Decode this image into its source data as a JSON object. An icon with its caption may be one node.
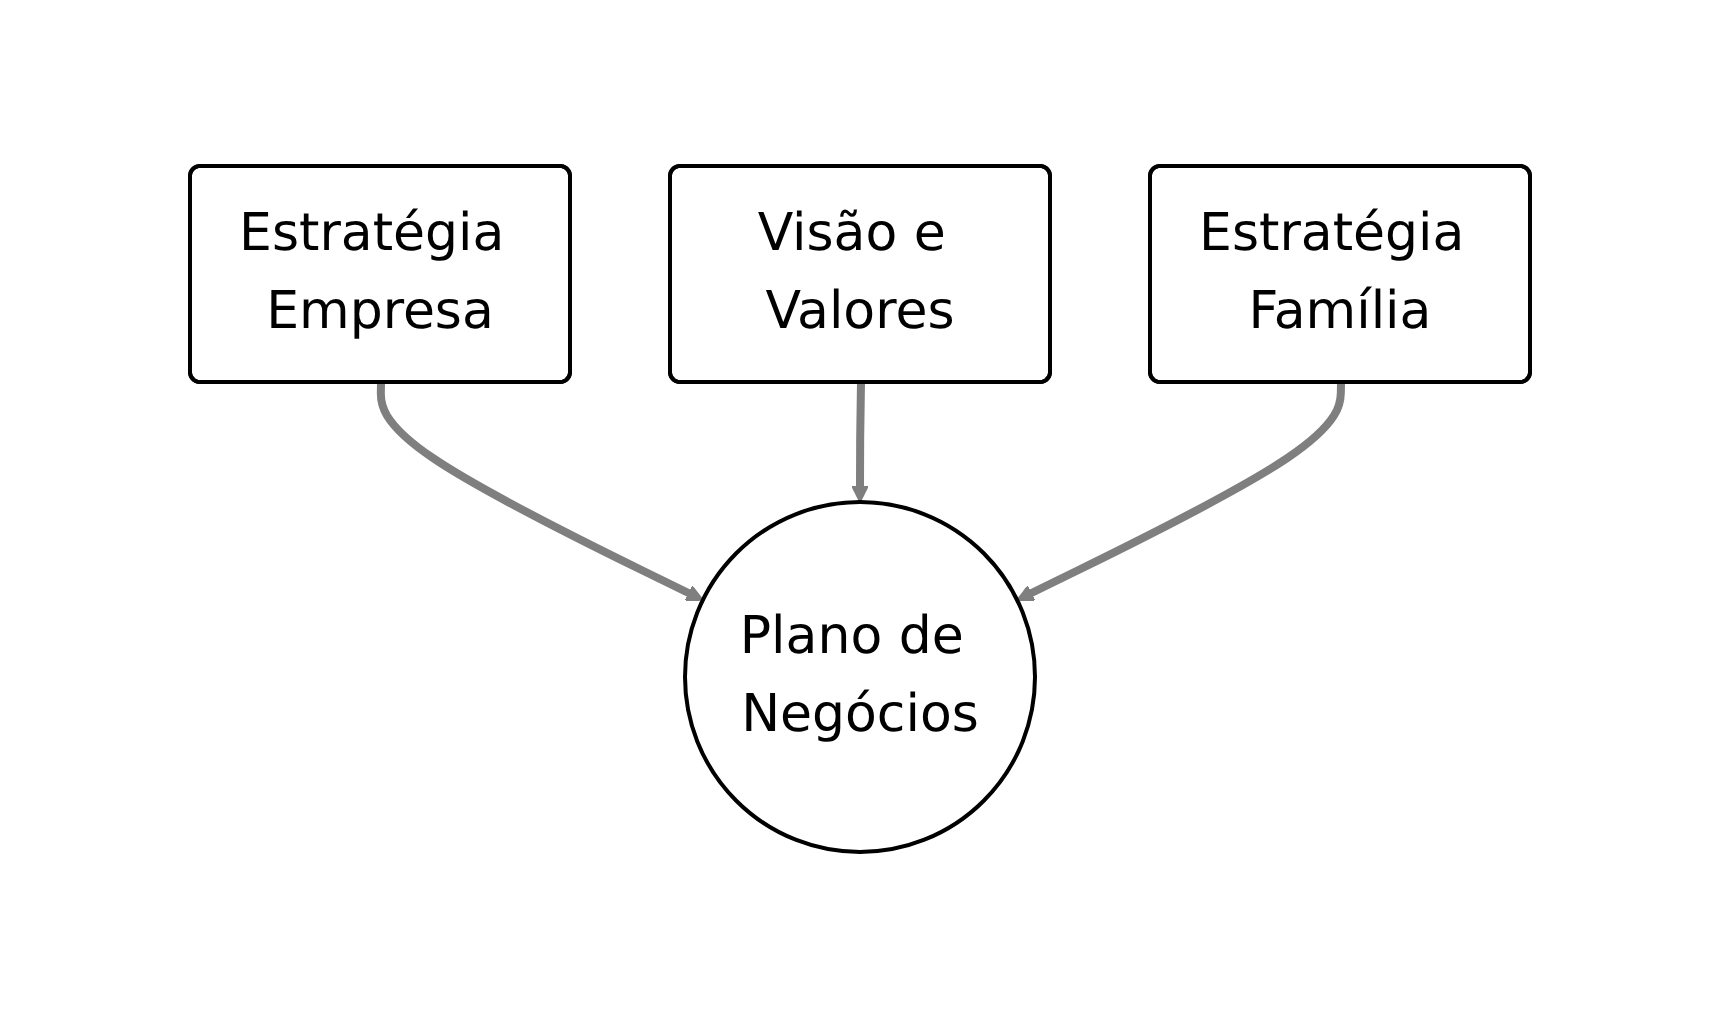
{
  "diagram": {
    "nodes": [
      {
        "text": [
          "Estratégia Empresa"
        ]
      },
      {
        "text": [
          "Visão e Valores"
        ]
      },
      {
        "text": [
          "Estratégia Família"
        ]
      },
      {
        "text": [
          "Plano de Negócios"
        ]
      }
    ],
    "edges": [
      {
        "from": 0,
        "to": 3,
        "arrow": "to"
      },
      {
        "from": 1,
        "to": 3,
        "arrow": "to"
      },
      {
        "from": 2,
        "to": 3,
        "arrow": "to"
      }
    ]
  }
}
